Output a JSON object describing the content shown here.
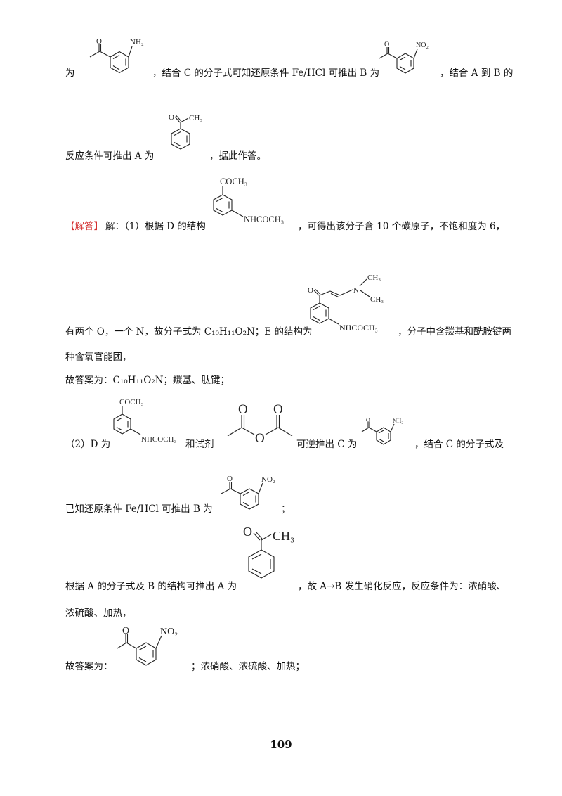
{
  "lines": {
    "l1a": "为",
    "l1b": "，结合 C 的分子式可知还原条件 Fe/HCl 可推出 B 为",
    "l1c": "，结合 A 到 B 的",
    "l2a": "反应条件可推出 A 为",
    "l2b": "，据此作答。",
    "l3_label": "【解答】",
    "l3a": "解：（1）根据 D 的结构",
    "l3b": "，可得出该分子含 10 个碳原子，不饱和度为 6，",
    "l4a": "有两个 O，一个 N，故分子式为 C₁₀H₁₁O₂N；E 的结构为",
    "l4b": "，分子中含羰基和酰胺键两",
    "l5": "种含氧官能团，",
    "l6": "故答案为：C₁₀H₁₁O₂N；羰基、肽键；",
    "l7a": "（2）D 为",
    "l7b": "和试剂",
    "l7c": "可逆推出 C 为",
    "l7d": "，结合 C 的分子式及",
    "l8a": "已知还原条件 Fe/HCl 可推出 B 为",
    "l8b": "；",
    "l9a": "根据 A 的分子式及 B 的结构可推出 A 为",
    "l9b": "，故 A→B 发生硝化反应，反应条件为：浓硝酸、",
    "l10": "浓硫酸、加热，",
    "l11a": "故答案为：",
    "l11b": "；浓硝酸、浓硫酸、加热；"
  },
  "labels": {
    "nh2": "NH₂",
    "no2": "NO₂",
    "ch3": "CH₃",
    "coch3": "COCH₃",
    "nhcoch3": "NHCOCH₃",
    "n": "N"
  },
  "page_number": "109"
}
